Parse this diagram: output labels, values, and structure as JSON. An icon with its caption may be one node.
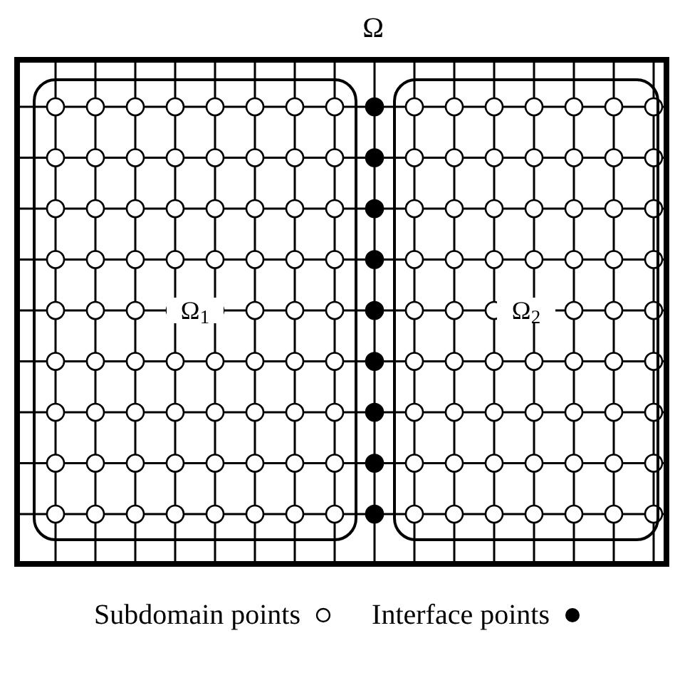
{
  "diagram": {
    "nodes": [
      {
        "text": [
          "Ω"
        ]
      },
      {
        "text": [
          "Ω$_{1}$"
        ],
        "in": 0
      },
      {
        "text": [
          "Ω$_{2}$"
        ],
        "in": 0
      }
    ],
    "legend": [
      {
        "text": "Subdomain points"
      },
      {
        "text": "Interface points"
      }
    ]
  }
}
